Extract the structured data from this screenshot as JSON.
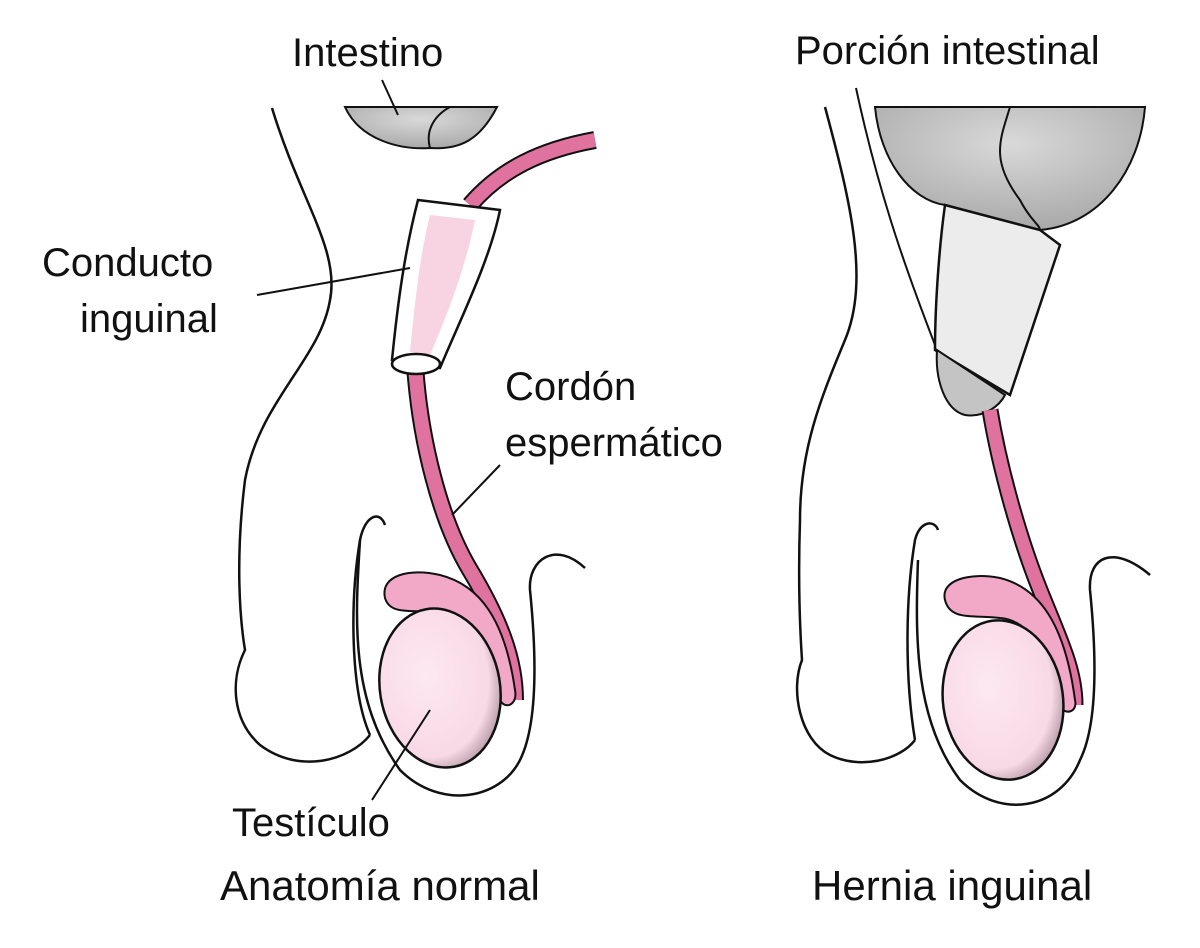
{
  "diagram": {
    "panels": [
      {
        "caption": "Anatomía normal",
        "labels": {
          "intestine": "Intestino",
          "inguinal_canal_line1": "Conducto",
          "inguinal_canal_line2": "inguinal",
          "spermatic_cord_line1": "Cordón",
          "spermatic_cord_line2": "espermático",
          "testicle": "Testículo"
        }
      },
      {
        "caption": "Hernia inguinal",
        "labels": {
          "intestinal_portion": "Porción intestinal"
        }
      }
    ],
    "colors": {
      "outline": "#111111",
      "cord_pink": "#e0729f",
      "cord_pink_light": "#f3b8cf",
      "epididymis_pink": "#f2a9c8",
      "testicle_pink": "#fbe3ee",
      "canal_white": "#ffffff",
      "canal_gray": "#ececec",
      "intestine_gray": "#cfcfcf"
    }
  }
}
